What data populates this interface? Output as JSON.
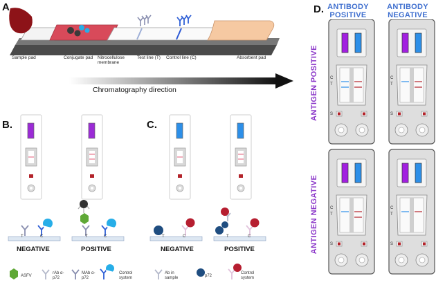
{
  "panels": {
    "a": "A.",
    "b": "B.",
    "c": "C.",
    "d": "D."
  },
  "panel_a": {
    "labels": {
      "sample_pad": "Sample pad",
      "conjugate_pad": "Conjugate pad",
      "nitrocellulose": "Nitrocellulose membrane",
      "test_line": "Test line (T)",
      "control_line": "Control line (C)",
      "absorbent_pad": "Absorbent pad"
    },
    "direction": "Chromatography direction"
  },
  "panel_b": {
    "negative": "NEGATIVE",
    "positive": "POSITIVE",
    "strip_letters": {
      "t": "T",
      "c": "C"
    },
    "legend": [
      "ASFV",
      "rAb α-p72",
      "MAb α-p72",
      "Control system"
    ]
  },
  "panel_c": {
    "negative": "NEGATIVE",
    "positive": "POSITIVE",
    "strip_letters": {
      "t": "T",
      "c": "C"
    },
    "legend": [
      "Ab in sample",
      "p72",
      "Control system"
    ]
  },
  "panel_d": {
    "col_headers": [
      "ANTIBODY POSITIVE",
      "ANTIBODY NEGATIVE"
    ],
    "row_headers": [
      "ANTIGEN POSITIVE",
      "ANTIGEN NEGATIVE"
    ],
    "cassette_letters": {
      "c": "C",
      "t": "T",
      "s": "S"
    }
  },
  "colors": {
    "purple": "#a21fe0",
    "blue": "#2d8fe8",
    "red": "#b3232a",
    "header_blue": "#3f6fcf",
    "header_purple": "#8a35c8"
  }
}
